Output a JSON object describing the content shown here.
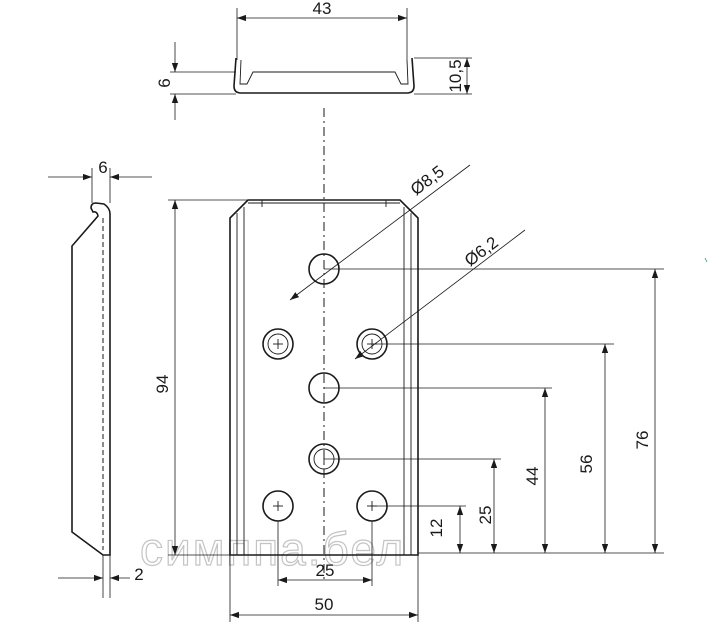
{
  "dimensions": {
    "top_width": "43",
    "top_depth": "6",
    "top_height": "10,5",
    "side_thickness": "6",
    "plate_thickness": "2",
    "height_total": "94",
    "hole_large": "Ø8,5",
    "hole_small": "Ø6,2",
    "h76": "76",
    "h56": "56",
    "h44": "44",
    "h25": "25",
    "h12": "12",
    "spacing_25": "25",
    "width_50": "50"
  },
  "watermark": "симппа.бел"
}
